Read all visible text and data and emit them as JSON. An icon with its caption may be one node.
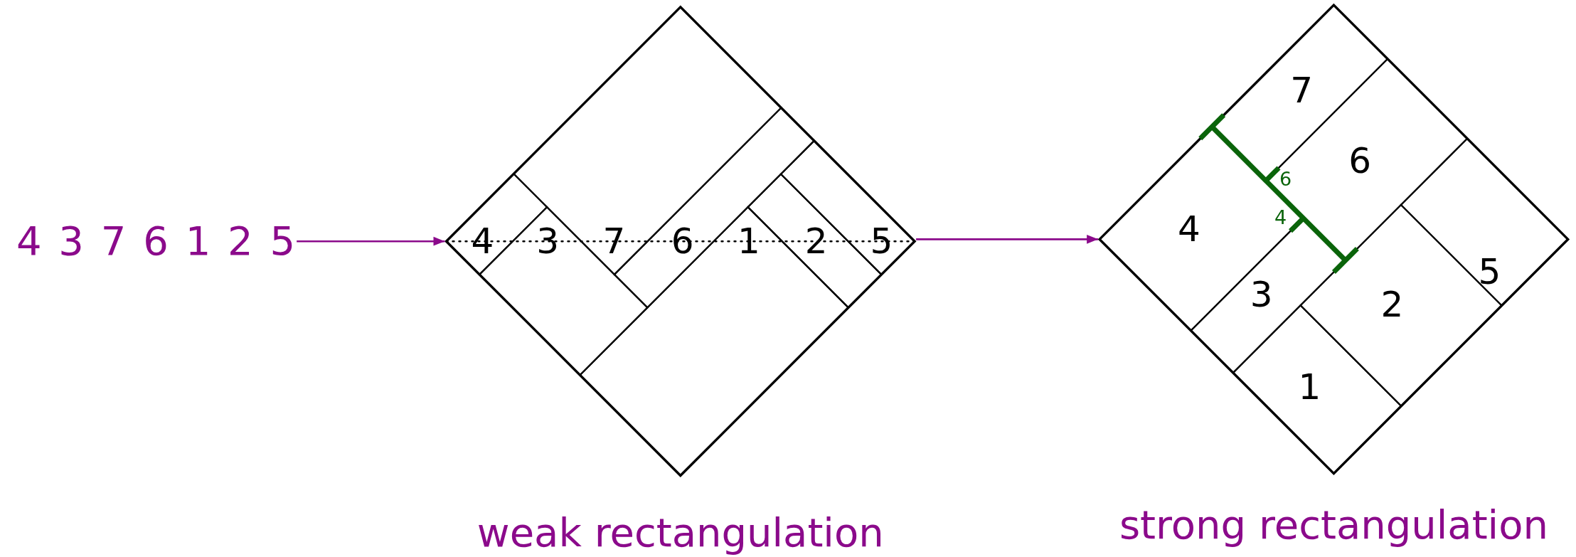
{
  "diagram": {
    "nodes": [
      {
        "text": [
          "4 3 7 6 1 2 5"
        ]
      },
      {
        "text": [],
        "shape": "diamond",
        "beside": [
          "weak rectangulation"
        ]
      },
      {
        "text": [
          "4"
        ],
        "in": 1
      },
      {
        "text": [
          "3"
        ],
        "in": 1
      },
      {
        "text": [
          "7"
        ],
        "in": 1
      },
      {
        "text": [
          "6"
        ],
        "in": 1
      },
      {
        "text": [
          "1"
        ],
        "in": 1
      },
      {
        "text": [
          "2"
        ],
        "in": 1
      },
      {
        "text": [
          "5"
        ],
        "in": 1
      },
      {
        "text": [],
        "shape": "diamond",
        "beside": [
          "strong rectangulation"
        ]
      },
      {
        "text": [
          "7"
        ],
        "in": 9
      },
      {
        "text": [
          "6"
        ],
        "in": 9
      },
      {
        "text": [
          "4"
        ],
        "in": 9
      },
      {
        "text": [
          "5"
        ],
        "in": 9
      },
      {
        "text": [
          "3"
        ],
        "in": 9
      },
      {
        "text": [
          "2"
        ],
        "in": 9
      },
      {
        "text": [
          "1"
        ],
        "in": 9
      }
    ],
    "edges": [
      {
        "from": 0,
        "to": 1,
        "arrow": "to"
      },
      {
        "from": 1,
        "to": 9,
        "arrow": "to"
      }
    ],
    "labels": [
      "6",
      "4"
    ]
  }
}
